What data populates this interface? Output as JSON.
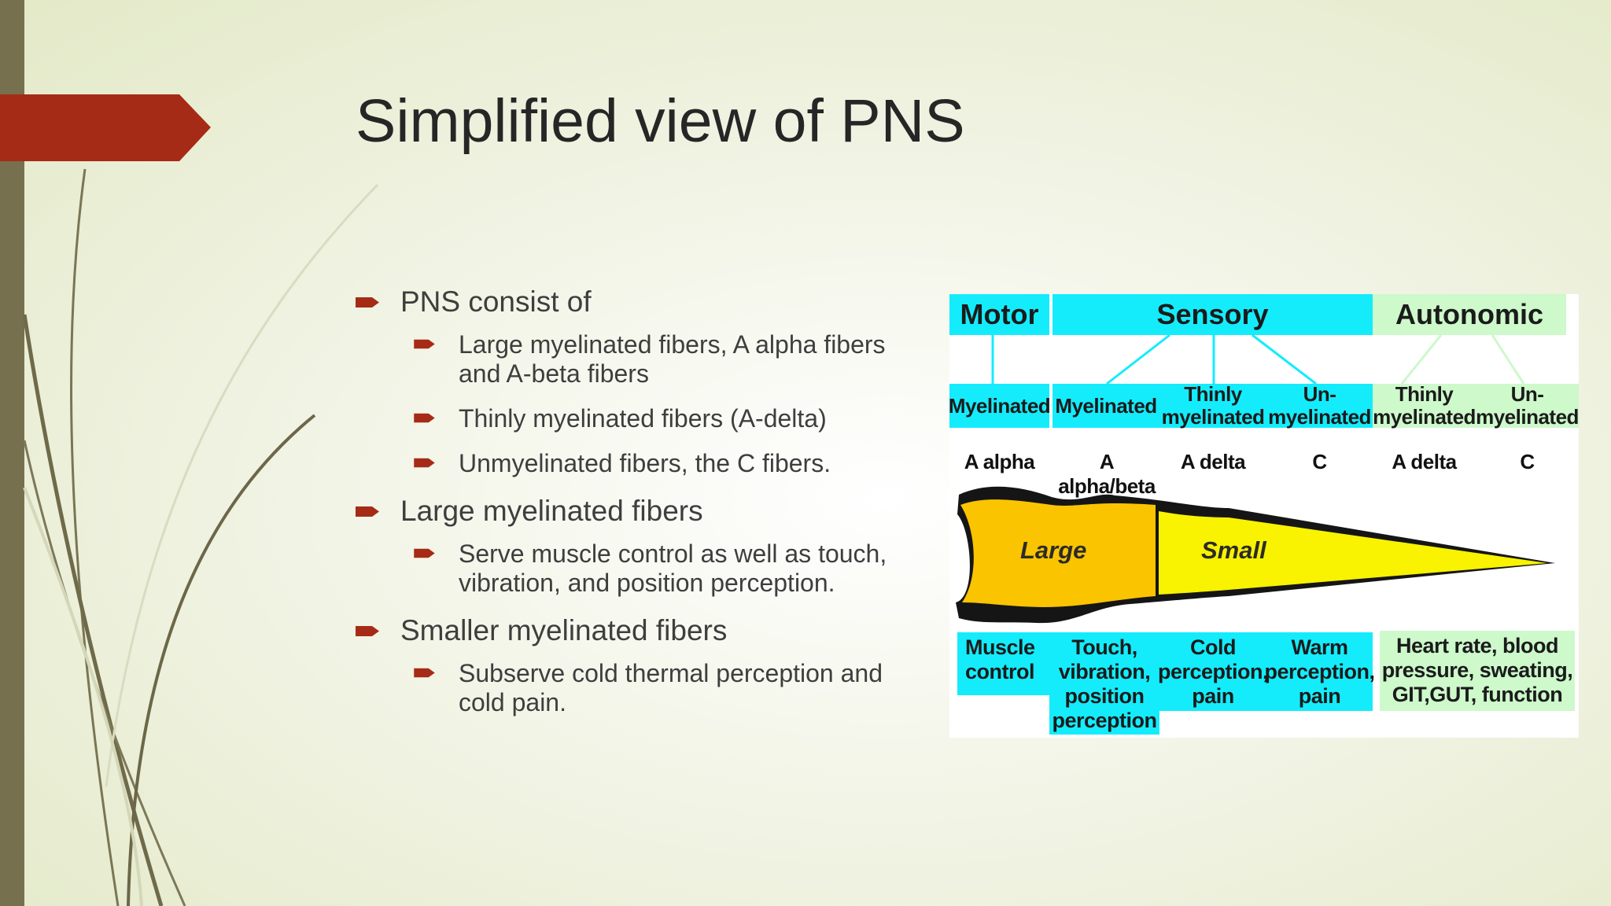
{
  "title": "Simplified view of PNS",
  "bullets": [
    {
      "level": 1,
      "text": "PNS consist of"
    },
    {
      "level": 2,
      "text": "Large  myelinated fibers, A alpha fibers and A-beta fibers"
    },
    {
      "level": 2,
      "text": "Thinly myelinated fibers (A-delta)"
    },
    {
      "level": 2,
      "text": "Unmyelinated  fibers, the C fibers."
    },
    {
      "level": 1,
      "text": "Large myelinated fibers"
    },
    {
      "level": 2,
      "text": "Serve muscle control as well as touch, vibration, and position perception."
    },
    {
      "level": 1,
      "text": "Smaller myelinated fibers"
    },
    {
      "level": 2,
      "text": "Subserve cold thermal perception and cold pain."
    }
  ],
  "diagram": {
    "headers": [
      "Motor",
      "Sensory",
      "Autonomic"
    ],
    "subtypes": [
      "Myelinated",
      "Myelinated",
      "Thinly myelinated",
      "Un-myelinated",
      "Thinly myelinated",
      "Un-myelinated"
    ],
    "fiber_types": [
      "A alpha",
      "A alpha/beta",
      "A delta",
      "C",
      "A delta",
      "C"
    ],
    "nerve_labels": [
      "Large",
      "Small"
    ],
    "functions": [
      "Muscle control",
      "Touch, vibration, position perception",
      "Cold perception, pain",
      "Warm perception, pain",
      "Heart rate, blood pressure, sweating, GIT,GUT, function"
    ]
  },
  "colors": {
    "accent": "#a62b17",
    "bar": "#77704f",
    "cyan": "#14ecfc",
    "light_green": "#cdf9cb",
    "large_fiber": "#fbc400",
    "small_fiber": "#f9f200"
  }
}
